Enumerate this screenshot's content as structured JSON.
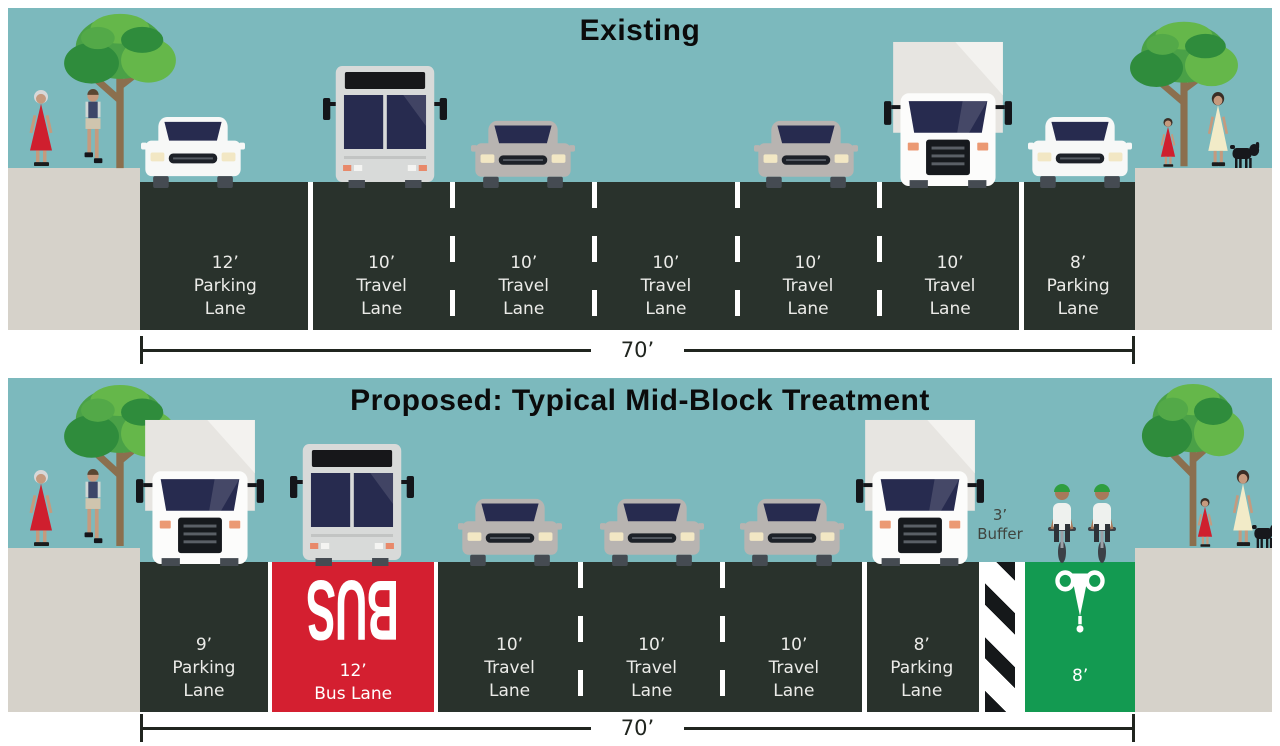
{
  "colors": {
    "sky": "#7cb9bd",
    "road": "#29322c",
    "sidewalk": "#d6d2ca",
    "lane_marking": "#ffffff",
    "bus_lane_red": "#d41f30",
    "bike_lane_green": "#139a51",
    "lane_text": "#ebebe8",
    "title_text": "#0b0b0b",
    "dimension": "#20251f"
  },
  "icons": [
    "tree-icon",
    "pedestrian-icon",
    "dog-icon",
    "car-icon",
    "bus-icon",
    "truck-icon",
    "cyclist-icon",
    "bike-lane-symbol-icon",
    "crosshatch-buffer-icon"
  ],
  "existing": {
    "title": "Existing",
    "lanes": [
      {
        "width": "12’",
        "name1": "Parking",
        "name2": "Lane"
      },
      {
        "width": "10’",
        "name1": "Travel",
        "name2": "Lane"
      },
      {
        "width": "10’",
        "name1": "Travel",
        "name2": "Lane"
      },
      {
        "width": "10’",
        "name1": "Travel",
        "name2": "Lane"
      },
      {
        "width": "10’",
        "name1": "Travel",
        "name2": "Lane"
      },
      {
        "width": "10’",
        "name1": "Travel",
        "name2": "Lane"
      },
      {
        "width": "8’",
        "name1": "Parking",
        "name2": "Lane"
      }
    ],
    "total_width": "70’"
  },
  "proposed": {
    "title": "Proposed: Typical Mid-Block Treatment",
    "lanes": [
      {
        "width": "9’",
        "name1": "Parking",
        "name2": "Lane"
      },
      {
        "marking": "BUS",
        "width": "12’",
        "name": "Bus Lane"
      },
      {
        "width": "10’",
        "name1": "Travel",
        "name2": "Lane"
      },
      {
        "width": "10’",
        "name1": "Travel",
        "name2": "Lane"
      },
      {
        "width": "10’",
        "name1": "Travel",
        "name2": "Lane"
      },
      {
        "width": "8’",
        "name1": "Parking",
        "name2": "Lane"
      },
      {
        "buffer_width": "3’",
        "buffer_name": "Buffer"
      },
      {
        "width": "8’",
        "type": "bike"
      }
    ],
    "total_width": "70’"
  }
}
